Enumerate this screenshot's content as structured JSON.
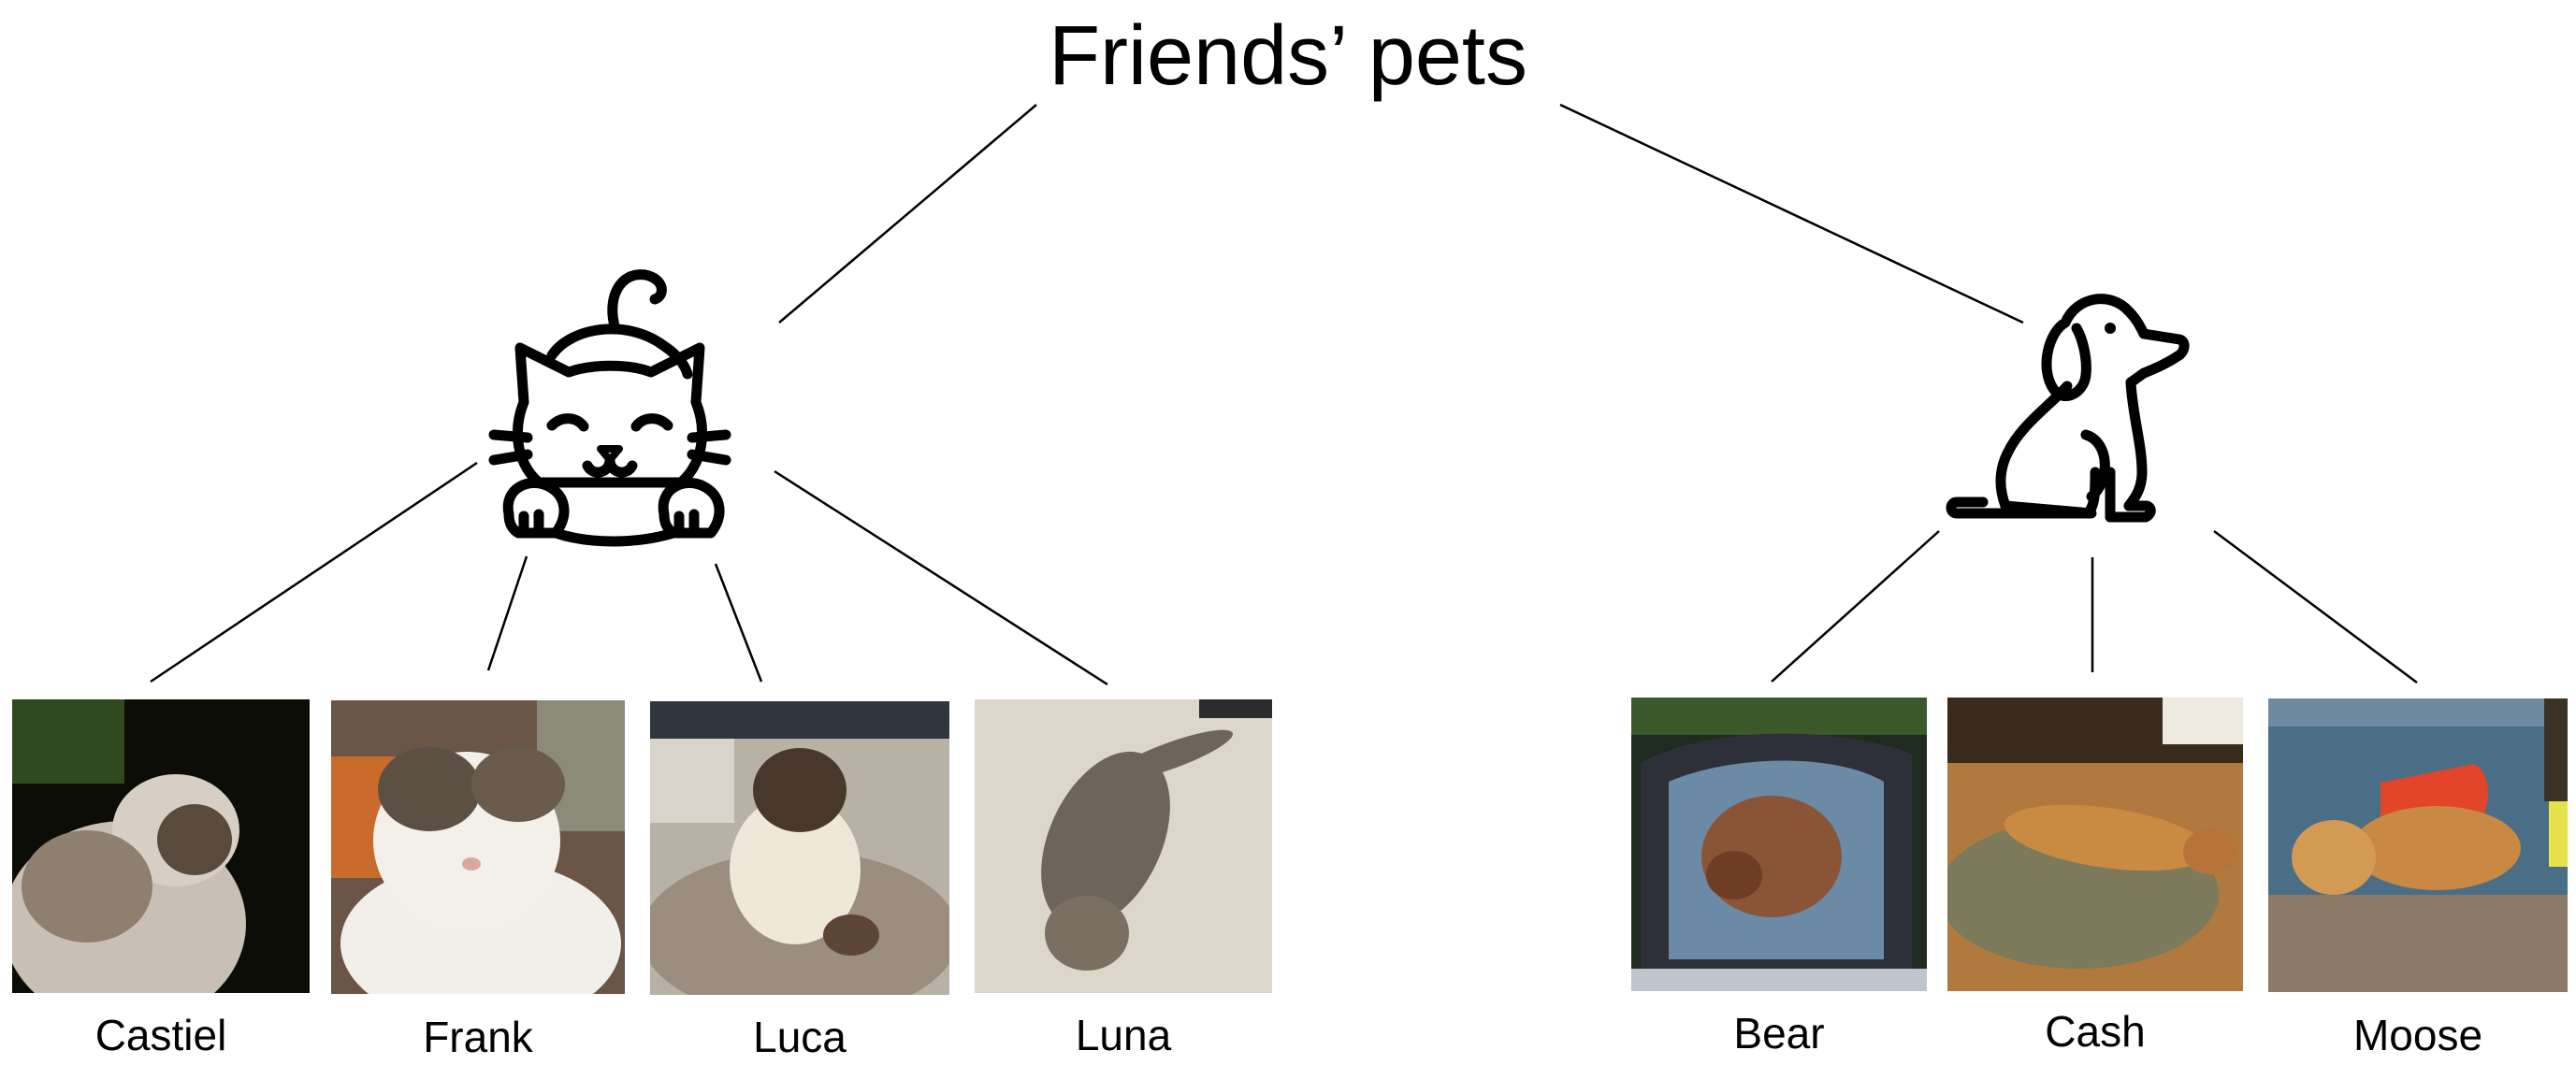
{
  "title": "Friends’ pets",
  "groups": [
    {
      "icon": "cat-icon",
      "pets": [
        {
          "name": "Castiel",
          "photo": "castiel-photo"
        },
        {
          "name": "Frank",
          "photo": "frank-photo"
        },
        {
          "name": "Luca",
          "photo": "luca-photo"
        },
        {
          "name": "Luna",
          "photo": "luna-photo"
        }
      ]
    },
    {
      "icon": "dog-icon",
      "pets": [
        {
          "name": "Bear",
          "photo": "bear-photo"
        },
        {
          "name": "Cash",
          "photo": "cash-photo"
        },
        {
          "name": "Moose",
          "photo": "moose-photo"
        }
      ]
    }
  ]
}
